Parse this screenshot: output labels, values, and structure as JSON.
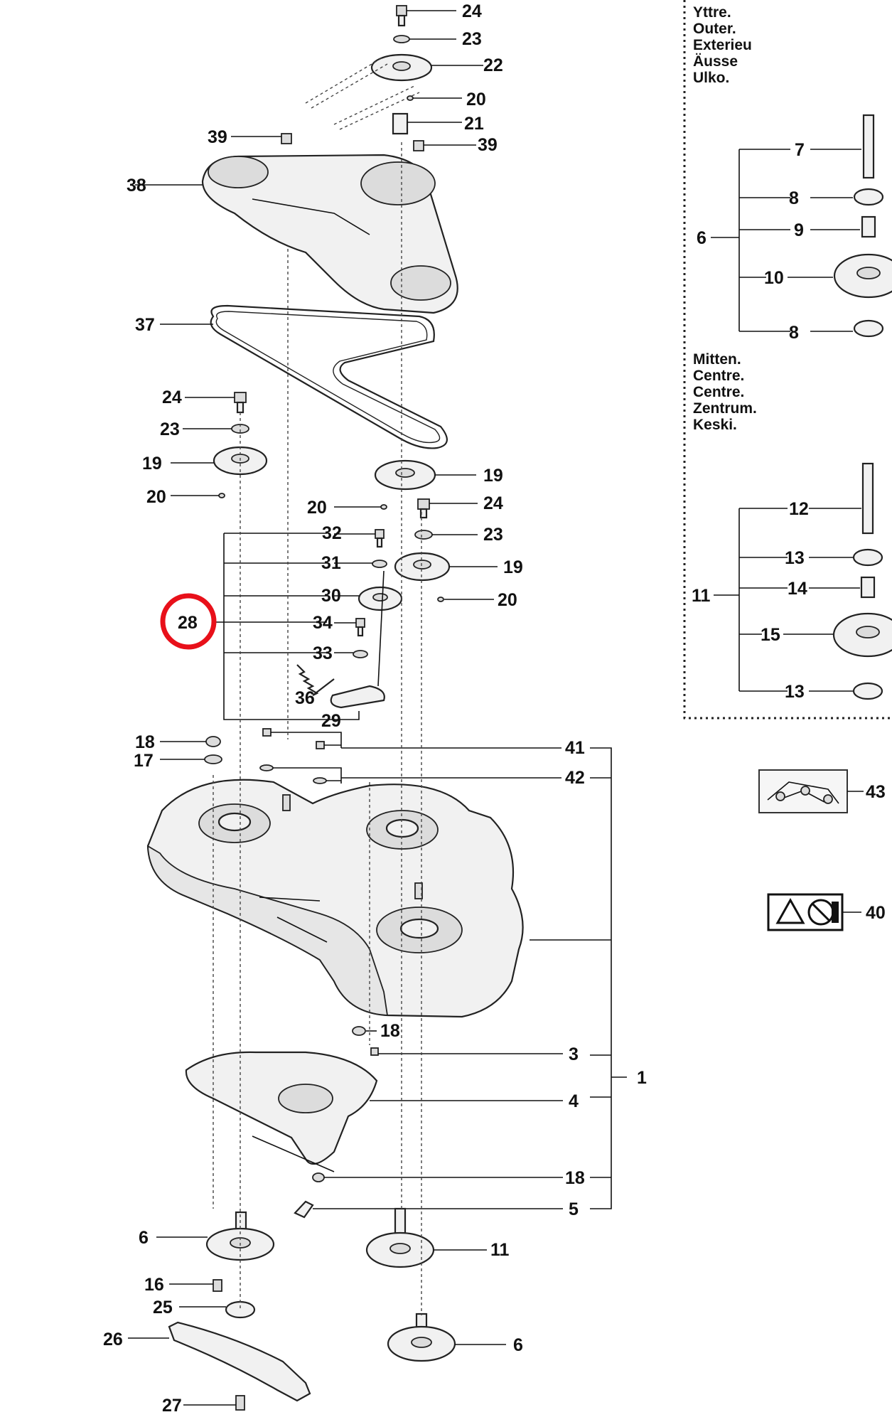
{
  "highlight": {
    "label": "28",
    "color": "#e8101a"
  },
  "legend_outer": {
    "lines": [
      "Yttre.",
      "Outer.",
      "Exterieu",
      "Äusse",
      "Ulko."
    ]
  },
  "legend_centre": {
    "lines": [
      "Mitten.",
      "Centre.",
      "Centre.",
      "Zentrum.",
      "Keski."
    ]
  },
  "callouts": {
    "c24a": "24",
    "c23a": "23",
    "c22": "22",
    "c20a": "20",
    "c21": "21",
    "c39a": "39",
    "c39b": "39",
    "c38": "38",
    "c37": "37",
    "c24b": "24",
    "c23b": "23",
    "c19a": "19",
    "c20b": "20",
    "c19b": "19",
    "c20c": "20",
    "c24c": "24",
    "c23c": "23",
    "c19c": "19",
    "c20d": "20",
    "c32": "32",
    "c31": "31",
    "c30": "30",
    "c28": "28",
    "c34": "34",
    "c33": "33",
    "c36": "36",
    "c29": "29",
    "c18a": "18",
    "c17": "17",
    "c41": "41",
    "c42": "42",
    "c18b": "18",
    "c3": "3",
    "c4": "4",
    "c1": "1",
    "c18c": "18",
    "c5": "5",
    "c6a": "6",
    "c11a": "11",
    "c16": "16",
    "c25": "25",
    "c26": "26",
    "c27": "27",
    "c6b": "6",
    "c7": "7",
    "c8a": "8",
    "c9": "9",
    "c6c": "6",
    "c10": "10",
    "c8b": "8",
    "c12": "12",
    "c13a": "13",
    "c14": "14",
    "c11b": "11",
    "c15": "15",
    "c13b": "13",
    "c43": "43",
    "c40": "40"
  }
}
